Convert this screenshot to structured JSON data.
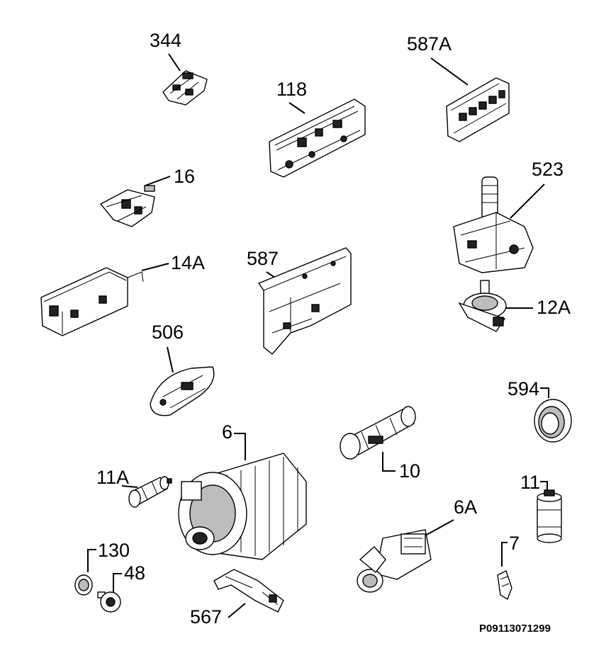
{
  "labels": {
    "p344": "344",
    "p118": "118",
    "p587A": "587A",
    "p16": "16",
    "p523": "523",
    "p14A": "14A",
    "p587": "587",
    "p12A": "12A",
    "p506": "506",
    "p594": "594",
    "p6": "6",
    "p10": "10",
    "p11A": "11A",
    "p11": "11",
    "p6A": "6A",
    "p7": "7",
    "p130": "130",
    "p48": "48",
    "p567": "567"
  },
  "drawing_code": "P09113071299"
}
